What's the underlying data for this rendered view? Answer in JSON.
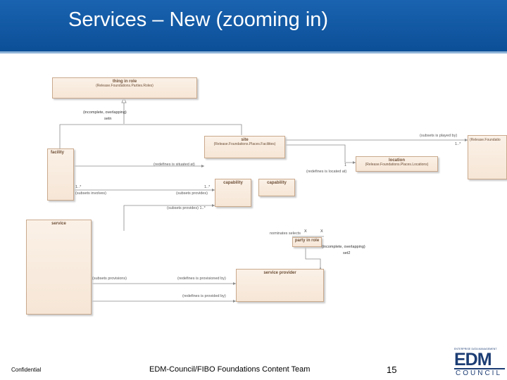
{
  "slide": {
    "title": "Services – New (zooming in)",
    "footer_left": "Confidential",
    "footer_center": "EDM-Council/FIBO Foundations Content Team",
    "page_number": "15"
  },
  "logo": {
    "tagline": "ENTERPRISE DATA MANAGEMENT",
    "edm": "EDM",
    "council": "COUNCIL"
  },
  "classes": {
    "thing_in_role": {
      "name": "thing in role",
      "namespace": "(Release.Foundations.Parties.Roles)"
    },
    "site": {
      "name": "site",
      "namespace": "(Release.Foundations.Places.Facilities)"
    },
    "location": {
      "name": "location",
      "namespace": "(Release.Foundations.Places.Locations)"
    },
    "facility": {
      "name": "facility"
    },
    "capability1": {
      "name": "capability"
    },
    "capability2": {
      "name": "capability"
    },
    "service": {
      "name": "service"
    },
    "party_in_role": {
      "name": "party in role"
    },
    "service_provider": {
      "name": "service provider"
    },
    "right_edge": {
      "name": "(Release.Foundatio"
    }
  },
  "labels": {
    "gen1_line1": "(incomplete, overlapping)",
    "gen1_line2": "setn",
    "subsets_played_by": "(subsets is played by)",
    "mult_right": "1..*",
    "redefines_situated": "(redefines is situated at)",
    "mult_loc": "1",
    "redefines_located": "(redefines is located at)",
    "mult_fac_cap": "1..*",
    "subsets_involves": "(subsets involves)",
    "mult_cap": "1..*",
    "subsets_provides": "(subsets provides)",
    "subsets_provides2": "(subsets provides) 1..*",
    "nominates_selects": "nominates selects",
    "gen2_line1": "(incomplete, overlapping)",
    "gen2_line2": "set2",
    "subsets_provisions": "(subsets provisions)",
    "redefines_provisioned": "(redefines is provisioned by)",
    "redefines_provided": "(redefines is provided by)",
    "x1": "X",
    "x2": "X"
  }
}
